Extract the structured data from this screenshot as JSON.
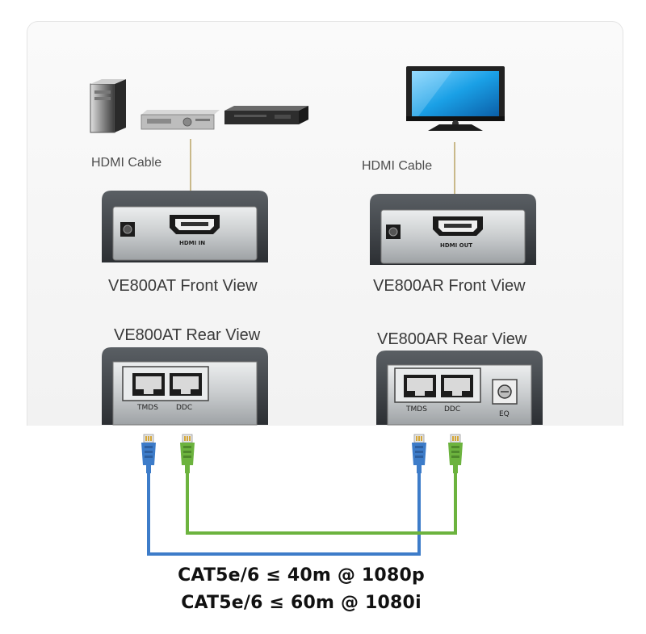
{
  "labels": {
    "hdmi_cable_left": "HDMI Cable",
    "hdmi_cable_right": "HDMI Cable",
    "at_front": "VE800AT Front View",
    "ar_front": "VE800AR Front View",
    "at_rear": "VE800AT Rear View",
    "ar_rear": "VE800AR Rear View"
  },
  "ports": {
    "hdmi_in": "HDMI IN",
    "hdmi_out": "HDMI OUT",
    "tmds_left": "TMDS",
    "ddc_left": "DDC",
    "tmds_right": "TMDS",
    "ddc_right": "DDC",
    "eq": "EQ"
  },
  "captions": {
    "line1": "CAT5e/6 ≤ 40m @ 1080p",
    "line2": "CAT5e/6 ≤ 60m @ 1080i"
  },
  "colors": {
    "tmds_cable": "#3d7cc9",
    "ddc_cable": "#6cb33e",
    "hdmi_cable": "#c9b98a",
    "device_body": "#3b3f44"
  }
}
